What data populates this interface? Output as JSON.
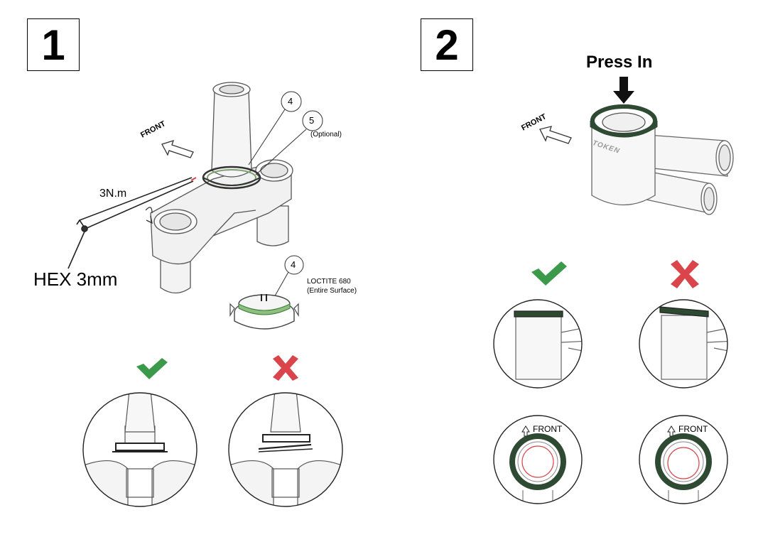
{
  "panel1": {
    "step_number": "1",
    "front_label": "FRONT",
    "callout_4": "4",
    "callout_5": "5",
    "callout_5_note": "(Optional)",
    "torque": "3N.m",
    "tool": "HEX 3mm",
    "detail_callout": "4",
    "loctite": "LOCTITE 680",
    "loctite_note": "(Entire Surface)"
  },
  "panel2": {
    "step_number": "2",
    "press_label": "Press In",
    "front_label": "FRONT",
    "brand": "TOKEN",
    "front_view_label_left": "FRONT",
    "front_view_label_right": "FRONT"
  },
  "colors": {
    "correct": "#3b9a4a",
    "wrong": "#d9454b",
    "bearing": "#2f4a33",
    "reference_circle": "#d9454b",
    "line": "#444444"
  }
}
